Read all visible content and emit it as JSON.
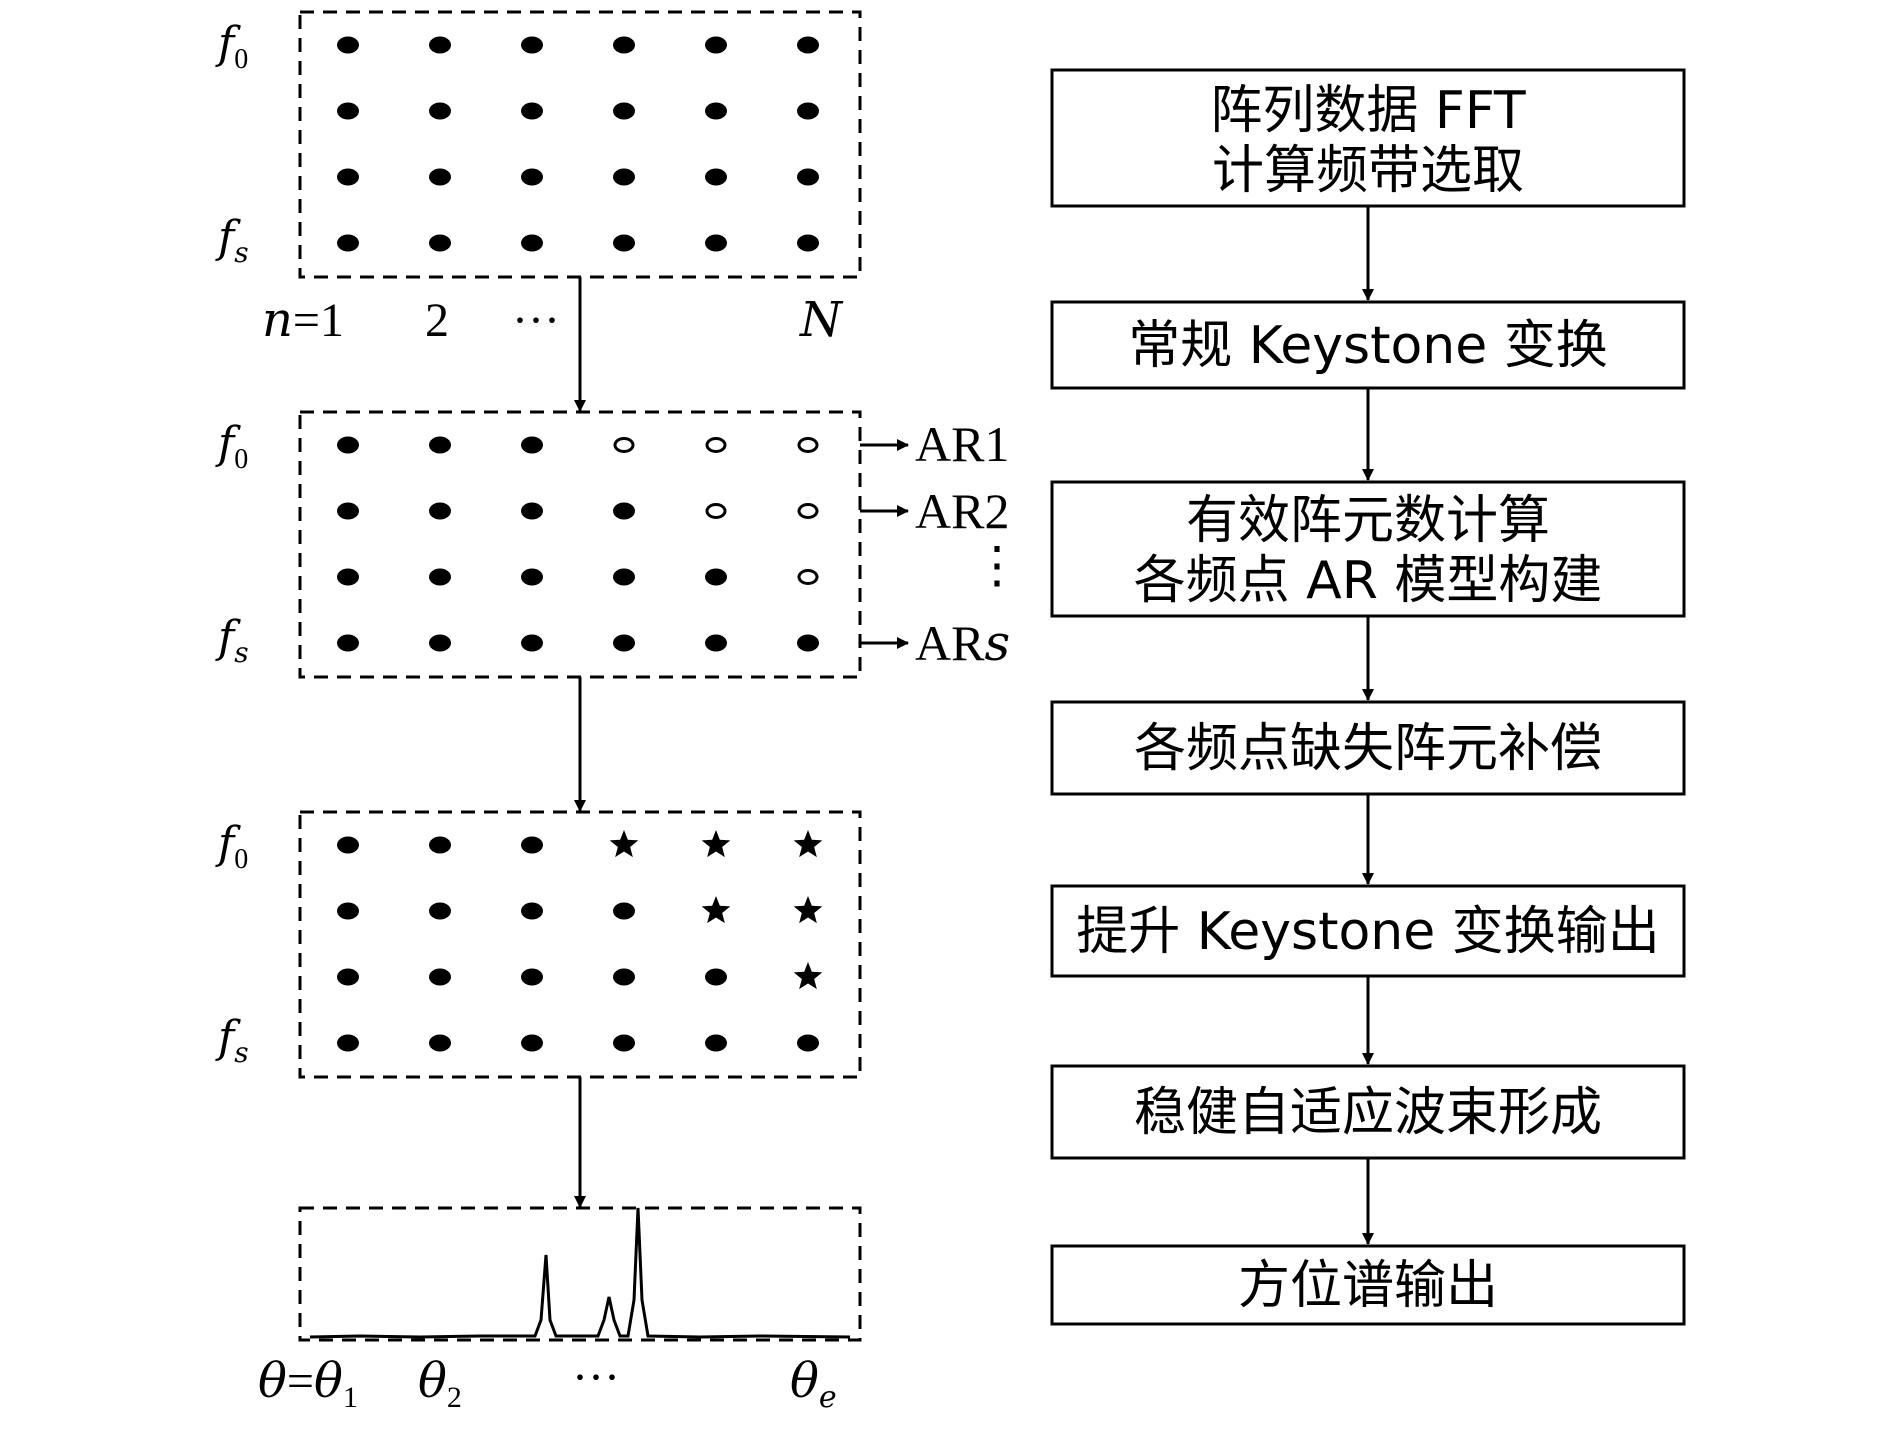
{
  "left": {
    "matrix1": {
      "top_label": "f",
      "top_sub": "0",
      "bottom_label": "f",
      "bottom_sub": "s",
      "columns": {
        "n_prefix": "n",
        "eq": "=",
        "first": "1",
        "second": "2",
        "ellipsis": "···",
        "last": "N"
      },
      "rows": [
        [
          "filled",
          "filled",
          "filled",
          "filled",
          "filled",
          "filled"
        ],
        [
          "filled",
          "filled",
          "filled",
          "filled",
          "filled",
          "filled"
        ],
        [
          "filled",
          "filled",
          "filled",
          "filled",
          "filled",
          "filled"
        ],
        [
          "filled",
          "filled",
          "filled",
          "filled",
          "filled",
          "filled"
        ]
      ]
    },
    "matrix2": {
      "top_label": "f",
      "top_sub": "0",
      "bottom_label": "f",
      "bottom_sub": "s",
      "ar_labels": [
        "AR1",
        "AR2",
        "⋮",
        "AR"
      ],
      "ar_last_suffix": "s",
      "rows": [
        [
          "filled",
          "filled",
          "filled",
          "open",
          "open",
          "open"
        ],
        [
          "filled",
          "filled",
          "filled",
          "filled",
          "open",
          "open"
        ],
        [
          "filled",
          "filled",
          "filled",
          "filled",
          "filled",
          "open"
        ],
        [
          "filled",
          "filled",
          "filled",
          "filled",
          "filled",
          "filled"
        ]
      ]
    },
    "matrix3": {
      "top_label": "f",
      "top_sub": "0",
      "bottom_label": "f",
      "bottom_sub": "s",
      "rows": [
        [
          "filled",
          "filled",
          "filled",
          "star",
          "star",
          "star"
        ],
        [
          "filled",
          "filled",
          "filled",
          "filled",
          "star",
          "star"
        ],
        [
          "filled",
          "filled",
          "filled",
          "filled",
          "filled",
          "star"
        ],
        [
          "filled",
          "filled",
          "filled",
          "filled",
          "filled",
          "filled"
        ]
      ]
    },
    "spectrum": {
      "axis": {
        "theta": "θ",
        "eq": "=",
        "t1_sub": "1",
        "t2_sub": "2",
        "ellipsis": "···",
        "te_sub": "e"
      }
    }
  },
  "flowchart": {
    "steps": [
      {
        "lines": [
          "阵列数据 FFT",
          "计算频带选取"
        ]
      },
      {
        "lines": [
          "常规 Keystone 变换"
        ]
      },
      {
        "lines": [
          "有效阵元数计算",
          "各频点 AR 模型构建"
        ]
      },
      {
        "lines": [
          "各频点缺失阵元补偿"
        ]
      },
      {
        "lines": [
          "提升 Keystone 变换输出"
        ]
      },
      {
        "lines": [
          "稳健自适应波束形成"
        ]
      },
      {
        "lines": [
          "方位谱输出"
        ]
      }
    ]
  }
}
